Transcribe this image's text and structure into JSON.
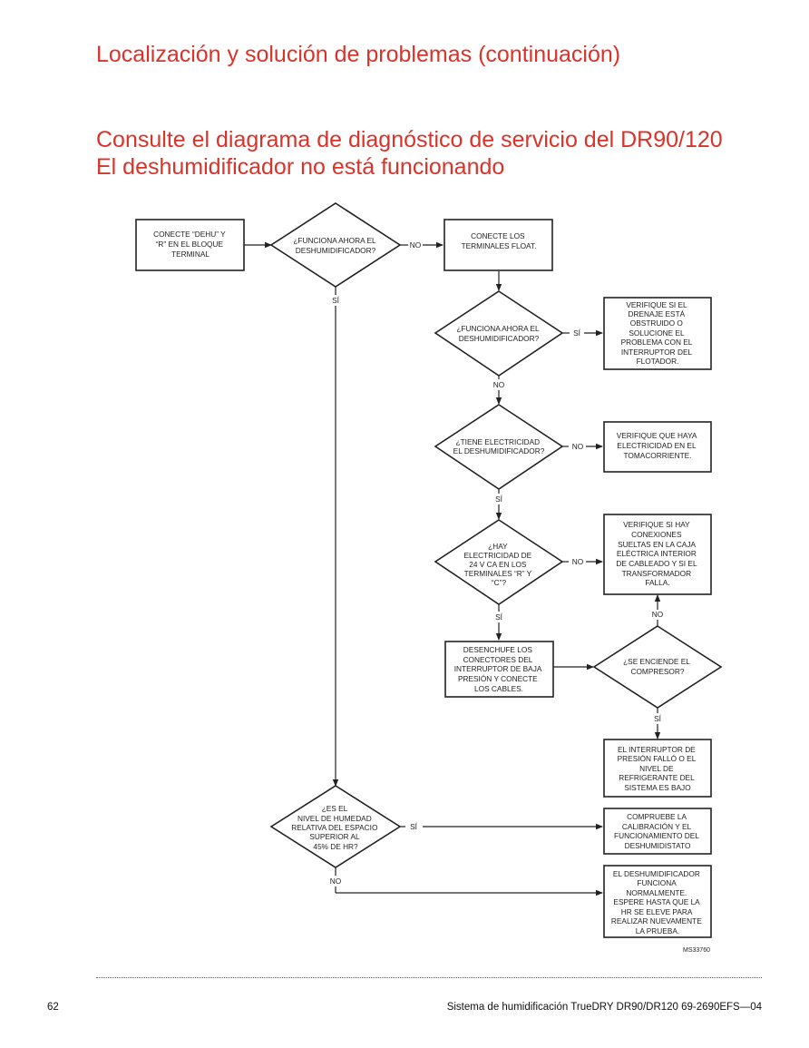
{
  "header": {
    "section_title": "Localización y solución de problemas (continuación)",
    "subtitle_line1": "Consulte el diagrama de diagnóstico de servicio del DR90/120",
    "subtitle_line2": "El deshumidificador no está funcionando"
  },
  "flowchart": {
    "b_connect": [
      "CONECTE “DEHU” Y",
      "“R” EN EL BLOQUE",
      "TERMINAL"
    ],
    "d_works1": [
      "¿FUNCIONA AHORA EL",
      "DESHUMIDIFICADOR?"
    ],
    "b_float": [
      "CONECTE LOS",
      "TERMINALES FLOAT."
    ],
    "d_works2": [
      "¿FUNCIONA AHORA EL",
      "DESHUMIDIFICADOR?"
    ],
    "b_drain": [
      "VERIFIQUE SI EL",
      "DRENAJE ESTÁ",
      "OBSTRUIDO O",
      "SOLUCIONE EL",
      "PROBLEMA CON EL",
      "INTERRUPTOR DEL",
      "FLOTADOR."
    ],
    "d_power": [
      "¿TIENE ELECTRICIDAD",
      "EL DESHUMIDIFICADOR?"
    ],
    "b_outlet": [
      "VERIFIQUE QUE HAYA",
      "ELECTRICIDAD EN EL",
      "TOMACORRIENTE."
    ],
    "d_24v": [
      "¿HAY",
      "ELECTRICIDAD DE",
      "24 V CA EN LOS",
      "TERMINALES “R” Y",
      "“C”?"
    ],
    "b_wiring": [
      "VERIFIQUE SI HAY",
      "CONEXIONES",
      "SUELTAS EN LA CAJA",
      "ELÉCTRICA INTERIOR",
      "DE CABLEADO Y SI EL",
      "TRANSFORMADOR",
      "FALLA."
    ],
    "b_unplug": [
      "DESENCHUFE LOS",
      "CONECTORES DEL",
      "INTERRUPTOR DE BAJA",
      "PRESIÓN Y CONECTE",
      "LOS CABLES."
    ],
    "d_compressor": [
      "¿SE ENCIENDE EL",
      "COMPRESOR?"
    ],
    "b_pressure": [
      "EL INTERRUPTOR DE",
      "PRESIÓN FALLÓ O EL",
      "NIVEL DE",
      "REFRIGERANTE DEL",
      "SISTEMA ES BAJO"
    ],
    "d_humidity": [
      "¿ES EL",
      "NIVEL DE HUMEDAD",
      "RELATIVA DEL ESPACIO",
      "SUPERIOR AL",
      "45% DE HR?"
    ],
    "b_calibration": [
      "COMPRUEBE LA",
      "CALIBRACIÓN Y EL",
      "FUNCIONAMIENTO DEL",
      "DESHUMIDISTATO"
    ],
    "b_normal": [
      "EL DESHUMIDIFICADOR",
      "FUNCIONA",
      "NORMALMENTE.",
      "ESPERE HASTA QUE LA",
      "HR SE ELEVE PARA",
      "REALIZAR NUEVAMENTE",
      "LA PRUEBA."
    ],
    "labels": {
      "yes": "SÍ",
      "no": "NO"
    },
    "figure_code": "MS33760"
  },
  "footer": {
    "page_number": "62",
    "text": "Sistema de humidificación TrueDRY DR90/DR120   69-2690EFS—04"
  }
}
